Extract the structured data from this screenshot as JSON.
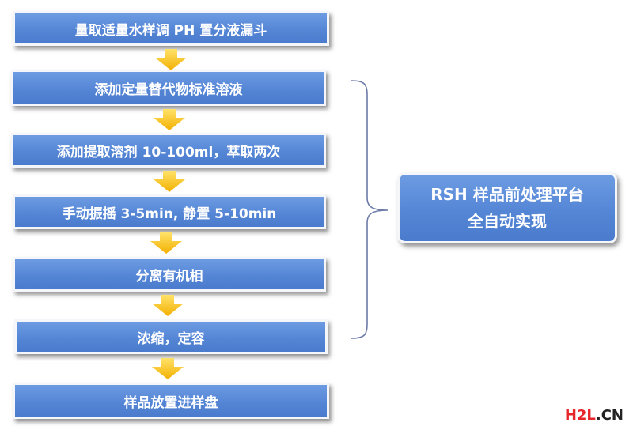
{
  "steps": [
    "量取适量水样调 PH 置分液漏斗",
    "添加定量替代物标准溶液",
    "添加提取溶剂 10-100ml，萃取两次",
    "手动振摇 3-5min, 静置 5-10min",
    "分离有机相",
    "浓缩，定容",
    "样品放置进样盘"
  ],
  "result": {
    "line1": "RSH 样品前处理平台",
    "line2": "全自动实现"
  },
  "watermark": {
    "brand": "H2L",
    "suffix": ".CN"
  },
  "colors": {
    "box": "#5586d6",
    "arrow": "#f3b800",
    "bracket": "#6c7aa8",
    "watermark_red": "#e6262b"
  }
}
